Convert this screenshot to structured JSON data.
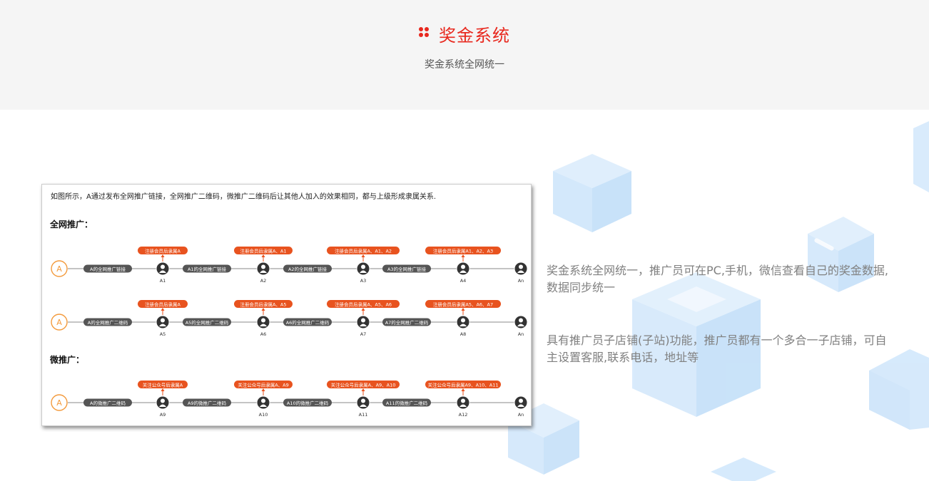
{
  "header": {
    "title": "奖金系统",
    "subtitle": "奖金系统全网统一"
  },
  "diagram": {
    "intro": "如图所示，A通过发布全网推广链接，全网推广二维码，微推广二维码后让其他人加入的效果相同，都与上级形成隶属关系.",
    "start_label": "A",
    "end_label": "An",
    "sections": [
      {
        "title": "全网推广：",
        "rows": [
          {
            "tags": [
              "注册会员后隶属A",
              "注册会员后隶属A、A1",
              "注册会员后隶属A、A1、A2",
              "注册会员后隶属A1、A2、A3"
            ],
            "links": [
              "A的全网推广链接",
              "A1的全网推广链接",
              "A2的全网推广链接",
              "A3的全网推广链接"
            ],
            "nodes": [
              "A1",
              "A2",
              "A3",
              "A4"
            ]
          },
          {
            "tags": [
              "注册会员后隶属A",
              "注册会员后隶属A、A5",
              "注册会员后隶属A、A5、A6",
              "注册会员后隶属A5、A6、A7"
            ],
            "links": [
              "A的全网推广二维码",
              "A5的全网推广二维码",
              "A6的全网推广二维码",
              "A7的全网推广二维码"
            ],
            "nodes": [
              "A5",
              "A6",
              "A7",
              "A8"
            ]
          }
        ]
      },
      {
        "title": "微推广：",
        "rows": [
          {
            "tags": [
              "关注公众号后隶属A",
              "关注公众号后隶属A、A9",
              "关注公众号后隶属A、A9、A10",
              "关注公众号后隶属A9、A10、A11"
            ],
            "links": [
              "A的微推广二维码",
              "A9的微推广二维码",
              "A10的微推广二维码",
              "A11的微推广二维码"
            ],
            "nodes": [
              "A9",
              "A10",
              "A11",
              "A12"
            ]
          }
        ]
      }
    ]
  },
  "descriptions": [
    "奖金系统全网统一，推广员可在PC,手机，微信查看自己的奖金数据,数据同步统一",
    "具有推广员子店铺(子站)功能，推广员都有一个多合一子店铺，可自主设置客服,联系电话，地址等"
  ],
  "colors": {
    "accent": "#e8281e",
    "tag_bg": "#e8531f",
    "node_orange": "#f39a3c",
    "link_pill": "#555555",
    "cube": "#cfe6fb",
    "desc_text": "#808080"
  }
}
